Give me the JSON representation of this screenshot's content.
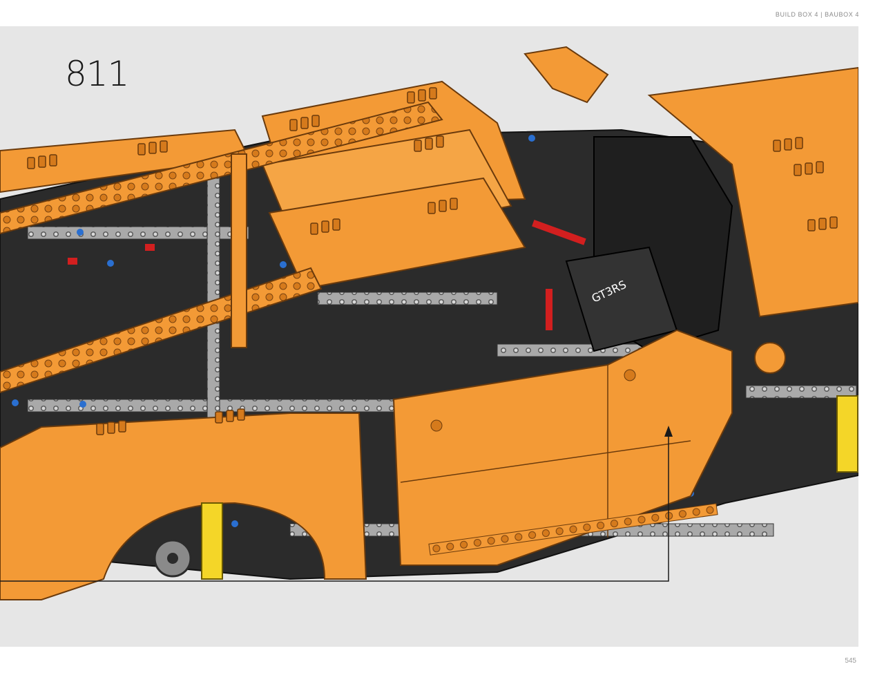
{
  "header": {
    "text": "BUILD BOX 4  |  BAUBOX 4"
  },
  "step": {
    "number": "811"
  },
  "page": {
    "number": "545"
  },
  "illustration": {
    "subject": "lego-technic-car-body",
    "decal_text": "GT3RS",
    "colors": {
      "orange": "#f39a36",
      "orange_dark": "#d57a1c",
      "black": "#2b2b2b",
      "gray": "#b9b9b9",
      "red": "#d21f1f",
      "blue": "#2a6fd0",
      "yellow": "#f4d628",
      "background": "#e6e6e6"
    }
  }
}
